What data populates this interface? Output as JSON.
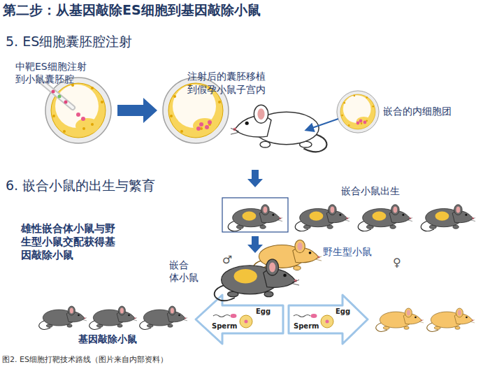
{
  "diagram": {
    "title": "第二步：从基因敲除ES细胞到基因敲除小鼠",
    "caption": "图2. ES细胞打靶技术路线（图片来自内部资料）",
    "labels": [
      "5. ES细胞囊胚腔注射",
      "中靶ES细胞注射 到小鼠囊胚腔",
      "注射后的囊胚移植 到假孕小鼠子宫内",
      "嵌合的内细胞团",
      "6. 嵌合小鼠的出生与繁育",
      "嵌合小鼠出生",
      "雄性嵌合体小鼠与野 生型小鼠交配获得基 因敲除小鼠",
      "嵌合 体小鼠",
      "♂",
      "野生型小鼠",
      "♀",
      "Egg",
      "Sperm",
      "Egg",
      "Sperm",
      "基因敲除小鼠"
    ]
  }
}
